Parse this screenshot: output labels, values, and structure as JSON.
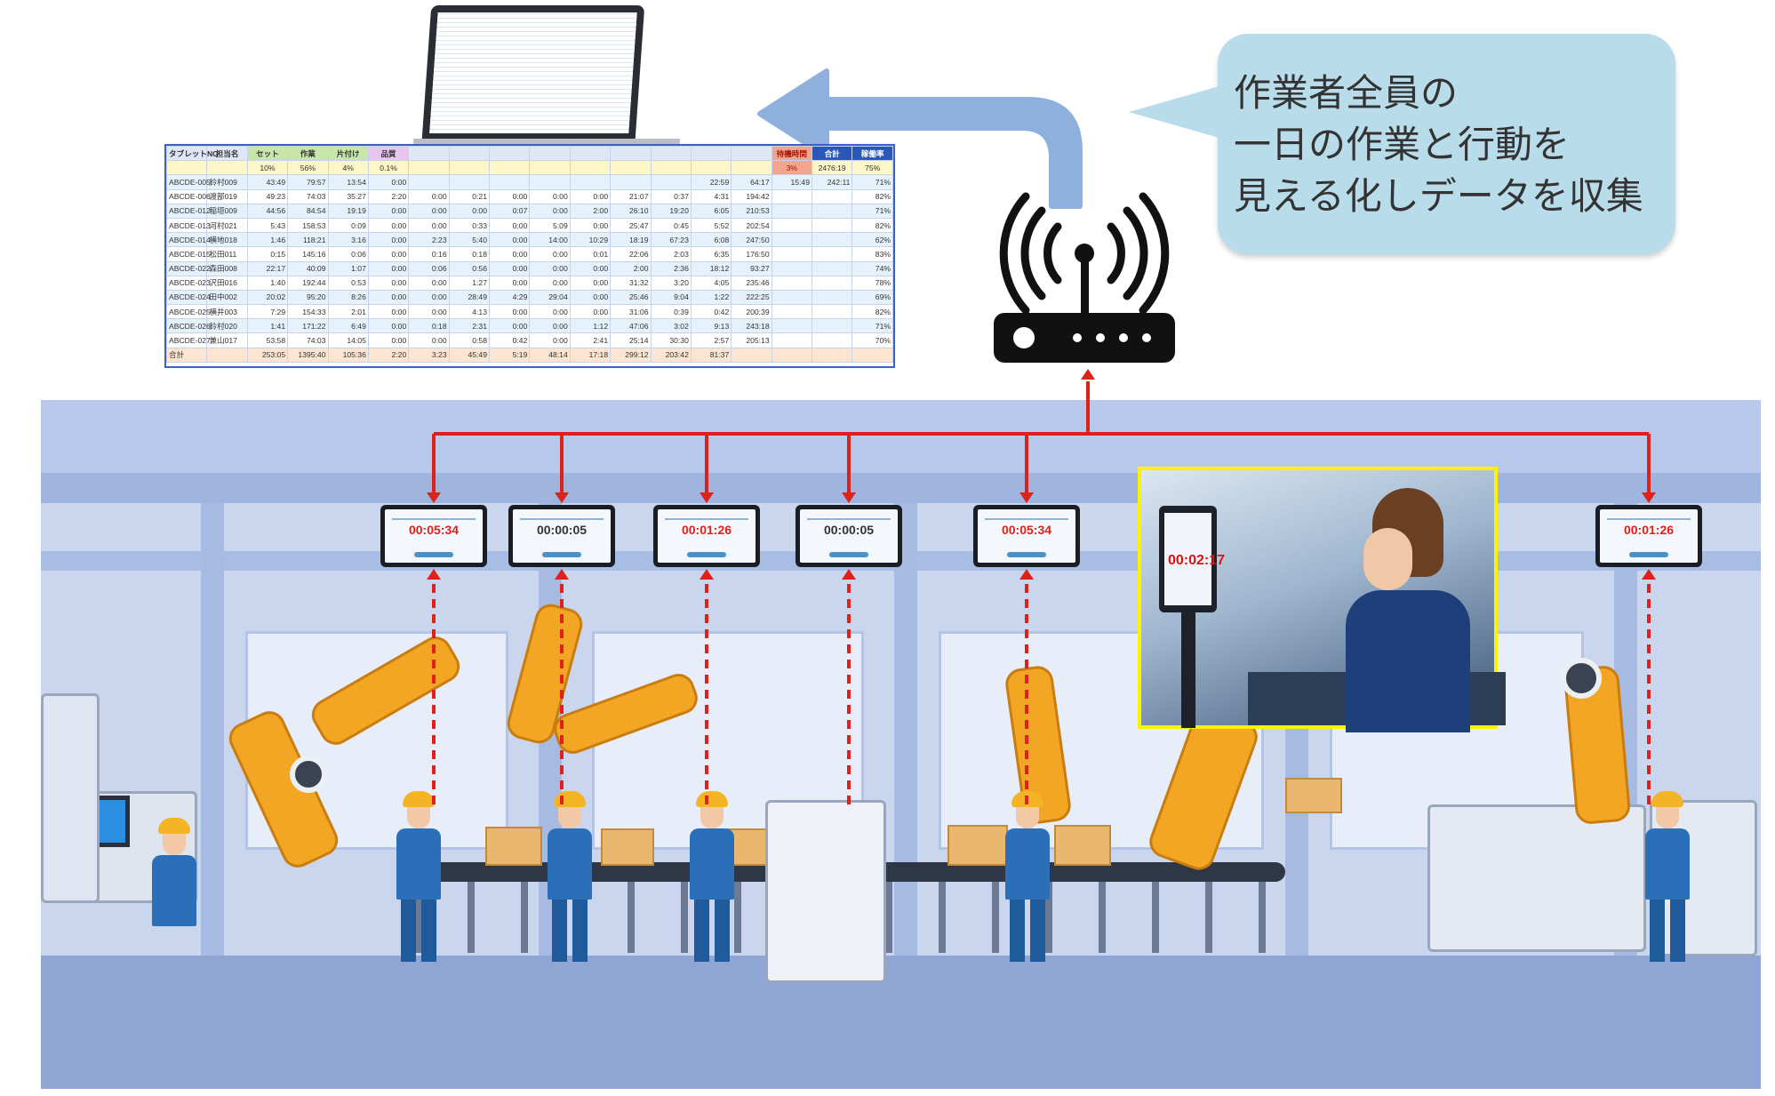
{
  "bubble": {
    "line1": "作業者全員の",
    "line2": "一日の作業と行動を",
    "line3": "見える化しデータを収集"
  },
  "tablets": [
    {
      "time": "00:05:34",
      "color": "red"
    },
    {
      "time": "00:00:05",
      "color": "dark"
    },
    {
      "time": "00:01:26",
      "color": "red"
    },
    {
      "time": "00:00:05",
      "color": "dark"
    },
    {
      "time": "00:05:34",
      "color": "red"
    },
    {
      "time": "00:01:26",
      "color": "red"
    }
  ],
  "photo": {
    "timer": "00:02:17"
  },
  "sheet": {
    "headers": [
      "タブレットNO",
      "担当名",
      "セット",
      "作業",
      "片付け",
      "品質",
      "",
      "",
      "",
      "",
      "",
      "",
      "",
      "",
      "",
      "待機時間",
      "合計",
      "稼働率"
    ],
    "pct": [
      "",
      "",
      "10%",
      "56%",
      "4%",
      "0.1%",
      "",
      "",
      "",
      "",
      "",
      "",
      "",
      "",
      "",
      "3%",
      "2476:19",
      "75%"
    ],
    "rows": [
      [
        "ABCDE-005",
        "鈴村009",
        "43:49",
        "79:57",
        "13:54",
        "0:00",
        "",
        "",
        "",
        "",
        "",
        "",
        "",
        "22:59",
        "64:17",
        "15:49",
        "242:11",
        "71%"
      ],
      [
        "ABCDE-006",
        "渡部019",
        "49:23",
        "74:03",
        "35:27",
        "2:20",
        "0:00",
        "0:21",
        "0:00",
        "0:00",
        "0:00",
        "21:07",
        "0:37",
        "4:31",
        "194:42",
        "",
        "",
        "82%"
      ],
      [
        "ABCDE-012",
        "稲垣009",
        "44:56",
        "84:54",
        "19:19",
        "0:00",
        "0:00",
        "0:00",
        "0:07",
        "0:00",
        "2:00",
        "26:10",
        "19:20",
        "6:05",
        "210:53",
        "",
        "",
        "71%"
      ],
      [
        "ABCDE-013",
        "河村021",
        "5:43",
        "158:53",
        "0:09",
        "0:00",
        "0:00",
        "0:33",
        "0:00",
        "5:09",
        "0:00",
        "25:47",
        "0:45",
        "5:52",
        "202:54",
        "",
        "",
        "82%"
      ],
      [
        "ABCDE-014",
        "横地018",
        "1:46",
        "118:21",
        "3:16",
        "0:00",
        "2:23",
        "5:40",
        "0:00",
        "14:00",
        "10:29",
        "18:19",
        "67:23",
        "6:08",
        "247:50",
        "",
        "",
        "62%"
      ],
      [
        "ABCDE-015",
        "松田011",
        "0:15",
        "145:16",
        "0:06",
        "0:00",
        "0:16",
        "0:18",
        "0:00",
        "0:00",
        "0:01",
        "22:06",
        "2:03",
        "6:35",
        "176:50",
        "",
        "",
        "83%"
      ],
      [
        "ABCDE-022",
        "森田008",
        "22:17",
        "40:09",
        "1:07",
        "0:00",
        "0:06",
        "0:56",
        "0:00",
        "0:00",
        "0:00",
        "2:00",
        "2:36",
        "18:12",
        "93:27",
        "",
        "",
        "74%"
      ],
      [
        "ABCDE-023",
        "沢田016",
        "1:40",
        "192:44",
        "0:53",
        "0:00",
        "0:00",
        "1:27",
        "0:00",
        "0:00",
        "0:00",
        "31:32",
        "3:20",
        "4:05",
        "235:46",
        "",
        "",
        "78%"
      ],
      [
        "ABCDE-024",
        "田中002",
        "20:02",
        "95:20",
        "8:26",
        "0:00",
        "0:00",
        "28:49",
        "4:29",
        "29:04",
        "0:00",
        "25:46",
        "9:04",
        "1:22",
        "222:25",
        "",
        "",
        "69%"
      ],
      [
        "ABCDE-025",
        "横井003",
        "7:29",
        "154:33",
        "2:01",
        "0:00",
        "0:00",
        "4:13",
        "0:00",
        "0:00",
        "0:00",
        "31:06",
        "0:39",
        "0:42",
        "200:39",
        "",
        "",
        "82%"
      ],
      [
        "ABCDE-026",
        "鈴村020",
        "1:41",
        "171:22",
        "6:49",
        "0:00",
        "0:18",
        "2:31",
        "0:00",
        "0:00",
        "1:12",
        "47:06",
        "3:02",
        "9:13",
        "243:18",
        "",
        "",
        "71%"
      ],
      [
        "ABCDE-027",
        "兼山017",
        "53:58",
        "74:03",
        "14:05",
        "0:00",
        "0:00",
        "0:58",
        "0:42",
        "0:00",
        "2:41",
        "25:14",
        "30:30",
        "2:57",
        "205:13",
        "",
        "",
        "70%"
      ]
    ],
    "total": [
      "合計",
      "",
      "253:05",
      "1395:40",
      "105:36",
      "2:20",
      "3:23",
      "45:49",
      "5:19",
      "48:14",
      "17:18",
      "299:12",
      "203:42",
      "81:37",
      "",
      "",
      "",
      ""
    ]
  },
  "colors": {
    "link_line": "#e0201a",
    "arrow": "#8fb0dc",
    "bubble": "#b9dcea",
    "photo_border": "#fff200"
  }
}
